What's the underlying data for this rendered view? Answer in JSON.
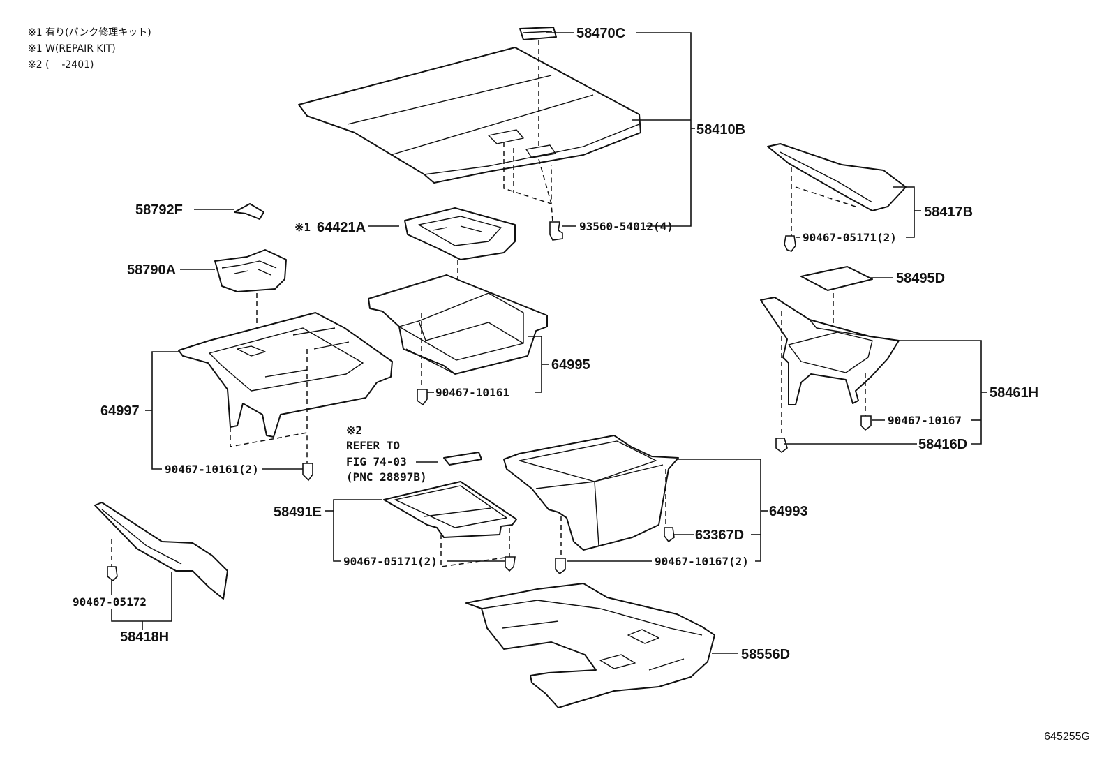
{
  "notes": [
    "※1 有り(パンク修理キット)",
    "※1 W(REPAIR KIT)",
    "※2 (    -2401)"
  ],
  "refer": {
    "mark": "※2",
    "line1": "REFER TO",
    "line2": "FIG 74-03",
    "line3": "(PNC 28897B)"
  },
  "labels": {
    "p58470C": "58470C",
    "p58410B": "58410B",
    "p93560": "93560-54012(4)",
    "p58417B": "58417B",
    "p90467_05171_a": "90467-05171(2)",
    "p58792F": "58792F",
    "mark1": "※1",
    "p64421A": "64421A",
    "p58790A": "58790A",
    "p58495D": "58495D",
    "p64995": "64995",
    "p90467_10161_a": "90467-10161",
    "p58461H": "58461H",
    "p64997": "64997",
    "p90467_10167_a": "90467-10167",
    "p58416D": "58416D",
    "p90467_10161_b": "90467-10161(2)",
    "p58491E": "58491E",
    "p64993": "64993",
    "p63367D": "63367D",
    "p90467_05171_b": "90467-05171(2)",
    "p90467_10167_b": "90467-10167(2)",
    "p90467_05172": "90467-05172",
    "p58418H": "58418H",
    "p58556D": "58556D"
  },
  "figure_id": "645255G"
}
